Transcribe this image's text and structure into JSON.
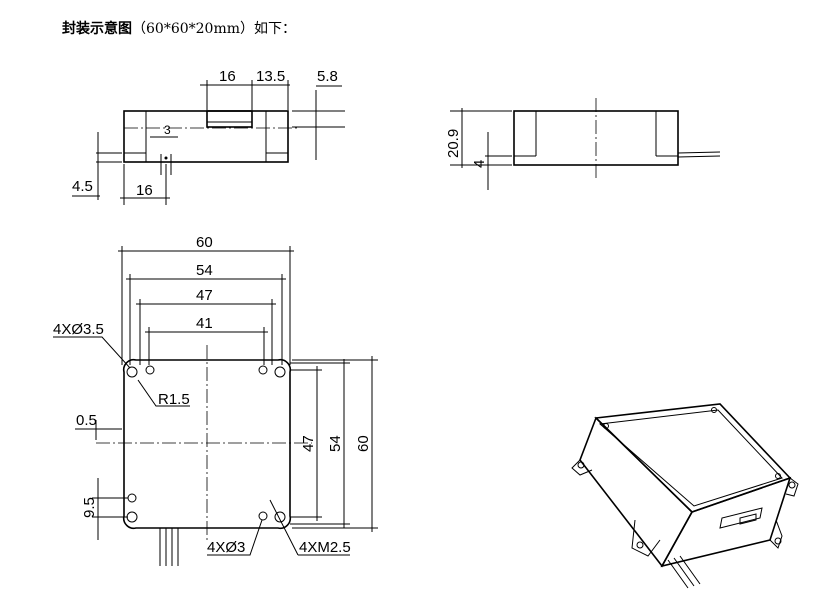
{
  "title": {
    "main": "封装示意图",
    "spec": "（60*60*20mm）如下："
  },
  "top_view": {
    "dim_16a": "16",
    "dim_13_5": "13.5",
    "dim_5_8": "5.8",
    "dim_3": "3",
    "dim_4_5": "4.5",
    "dim_16b": "16"
  },
  "side_view": {
    "dim_20_9": "20.9",
    "dim_4": "4"
  },
  "front_view": {
    "dim_60_top": "60",
    "dim_54_top": "54",
    "dim_47_top": "47",
    "dim_41": "41",
    "hole_35": "4XØ3.5",
    "radius": "R1.5",
    "dim_0_5": "0.5",
    "dim_9_5": "9.5",
    "dim_47_right": "47",
    "dim_54_right": "54",
    "dim_60_right": "60",
    "hole_3": "4XØ3",
    "thread": "4XM2.5"
  }
}
